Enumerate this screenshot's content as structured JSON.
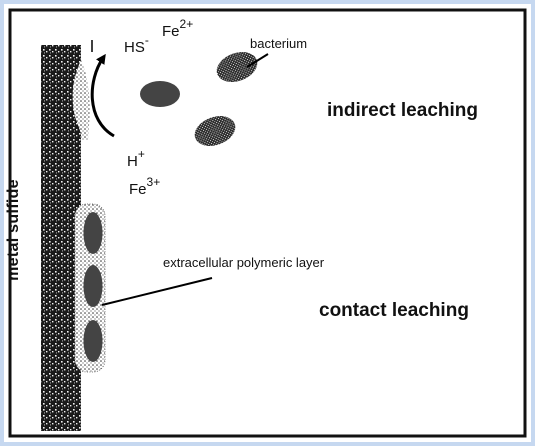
{
  "figure": {
    "labels": {
      "fe2": "Fe",
      "fe2_charge": "2+",
      "hs": "HS",
      "hs_charge": "-",
      "h": "H",
      "h_charge": "+",
      "fe3": "Fe",
      "fe3_charge": "3+",
      "bacterium": "bacterium",
      "indirect": "indirect leaching",
      "eps": "extracellular polymeric layer",
      "contact": "contact leaching",
      "metal_sulfide": "metal sulfide"
    },
    "colors": {
      "frame": "#111111",
      "glow": "#c6d8f0",
      "bacterium_fill": "#444444",
      "mineral_dark": "#1a1a1a",
      "mineral_light": "#f2f2f2"
    }
  }
}
